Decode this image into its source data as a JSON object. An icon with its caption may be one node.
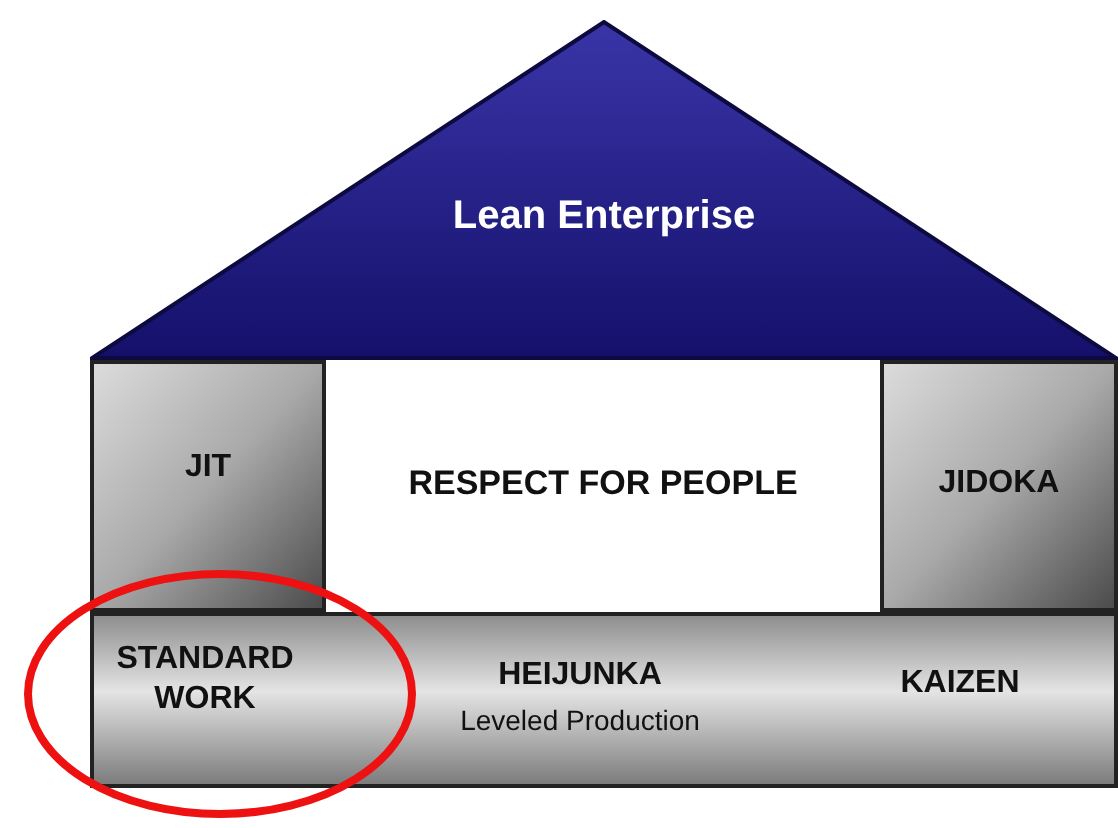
{
  "diagram": {
    "nodes": [
      {
        "text": [
          "Lean Enterprise"
        ]
      },
      {
        "text": [
          "JIT"
        ]
      },
      {
        "text": [
          "RESPECT FOR PEOPLE"
        ]
      },
      {
        "text": [
          "JIDOKA"
        ]
      },
      {
        "text": [
          "STANDARD WORK",
          "HEIJUNKA",
          "Leveled Production",
          "KAIZEN"
        ]
      }
    ]
  }
}
